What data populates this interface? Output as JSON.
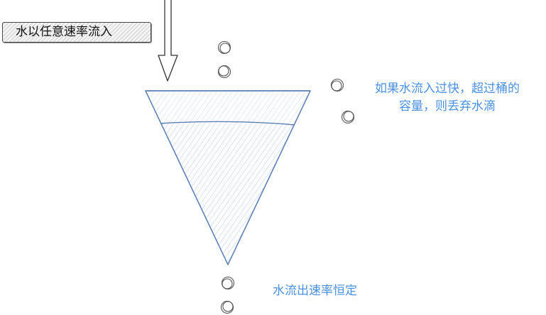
{
  "diagram": {
    "title": "",
    "inflow_label": "水以任意速率流入",
    "overflow_note_line1": "如果水流入过快，超过桶的",
    "overflow_note_line2": "容量，则丢弃水滴",
    "outflow_label": "水流出速率恒定"
  },
  "colors": {
    "bucket_stroke": "#5b7fb5",
    "water_hatch": "#9fb4d6",
    "note_text": "#4a90e2",
    "drop_stroke": "#555555",
    "arrow_stroke": "#333333"
  },
  "icons": {
    "inflow_arrow": "arrow-down-icon",
    "drop": "water-drop-icon"
  }
}
